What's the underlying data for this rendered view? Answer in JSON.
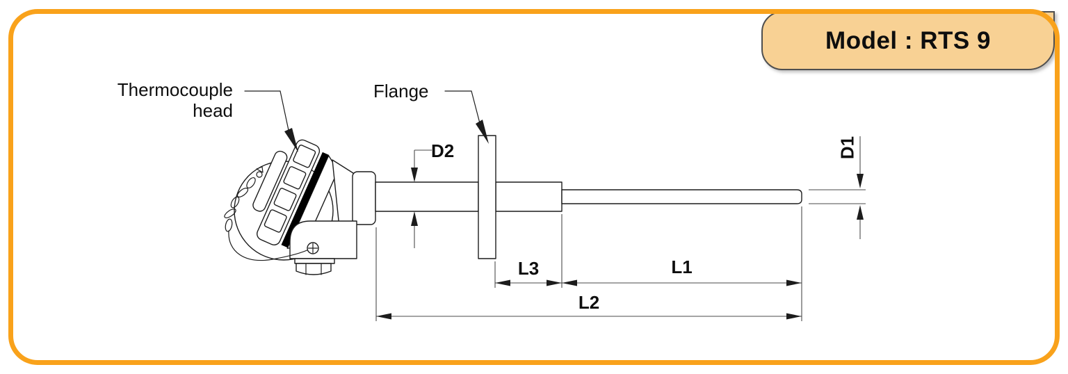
{
  "badge": {
    "model_label": "Model : RTS 9"
  },
  "annotations": {
    "thermocouple_head_line1": "Thermocouple",
    "thermocouple_head_line2": "head",
    "flange_label": "Flange"
  },
  "dimension_labels": {
    "d2": "D2",
    "d1": "D1",
    "l3": "L3",
    "l1": "L1",
    "l2": "L2"
  },
  "colors": {
    "border": "#F9A21B",
    "badge_fill": "#F8D194",
    "badge_outline": "#4f4f4f",
    "line": "#1c1c1c",
    "dim_line": "#4a4a4a",
    "text": "#0e0e0e",
    "gasket": "#000000"
  }
}
